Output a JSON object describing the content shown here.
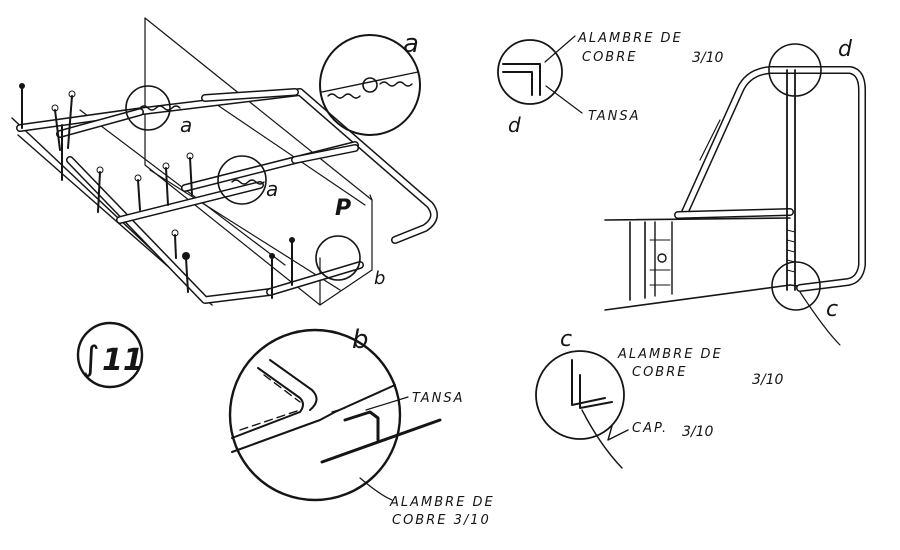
{
  "labels": {
    "detail_a": "a",
    "detail_b": "b",
    "detail_c": "c",
    "detail_d": "d",
    "plane_p": "P",
    "figure_number": "11",
    "figure_prefix": "∫"
  },
  "notes": {
    "d_wire_line1": "ALAMBRE DE",
    "d_wire_line2": "COBRE",
    "d_wire_size": "3/10",
    "d_tansa": "TANSA",
    "c_wire_line1": "ALAMBRE DE",
    "c_wire_line2": "COBRE",
    "c_wire_size": "3/10",
    "c_cap": "CAP.",
    "c_cap_size": "3/10",
    "b_tansa": "TANSA",
    "b_wire_line1": "ALAMBRE DE",
    "b_wire_line2": "COBRE 3/10"
  }
}
